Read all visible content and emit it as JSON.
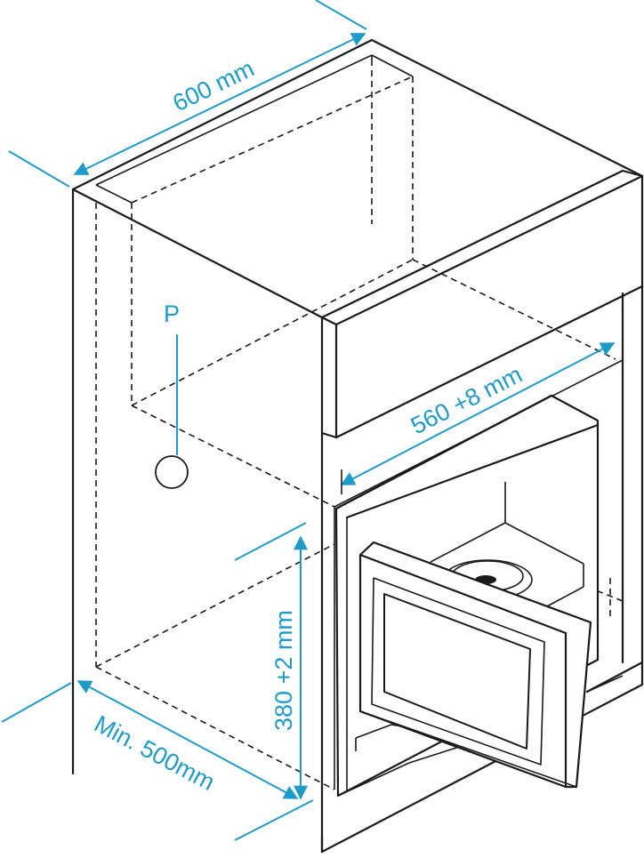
{
  "labels": {
    "width_top": "600 mm",
    "niche_width": "560 +8 mm",
    "niche_height": "380 +2 mm",
    "depth": "Min. 500mm",
    "socket": "P"
  },
  "colors": {
    "dimension": "#1f9bc9",
    "outline": "#1a1a1a",
    "background": "#ffffff"
  }
}
